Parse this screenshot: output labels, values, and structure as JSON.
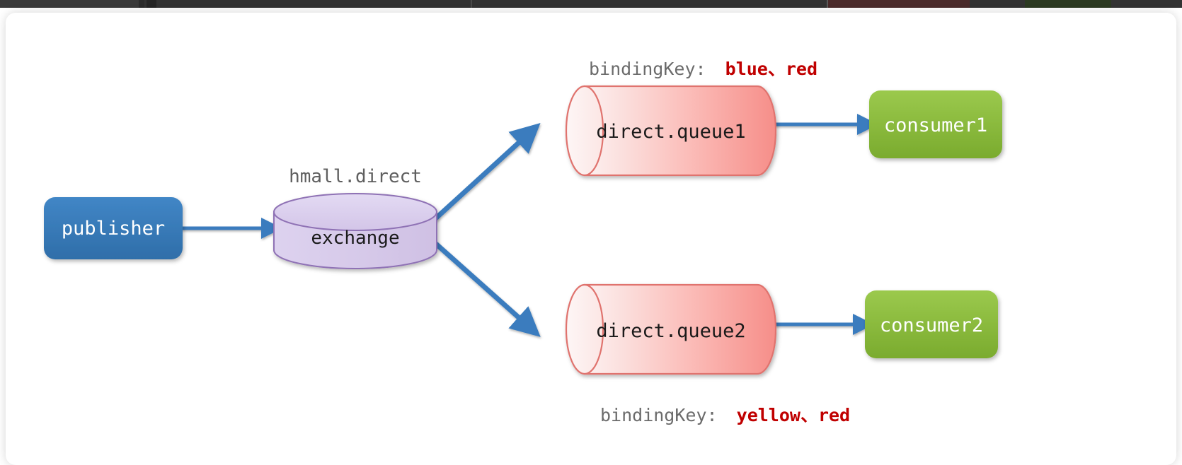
{
  "diagram": {
    "type": "rabbitmq-direct-exchange",
    "publisher": {
      "label": "publisher",
      "color": "#3a7cbe"
    },
    "exchange": {
      "name_label": "hmall.direct",
      "label": "exchange",
      "fill": "#d8cbe8",
      "stroke": "#8f72b5"
    },
    "queues": [
      {
        "label": "direct.queue1",
        "binding_prefix": "bindingKey:",
        "binding_keys": "blue、red",
        "binding_position": "above",
        "fill_start": "#fdefef",
        "fill_end": "#f7918c",
        "stroke": "#e0736e"
      },
      {
        "label": "direct.queue2",
        "binding_prefix": "bindingKey:",
        "binding_keys": "yellow、red",
        "binding_position": "below",
        "fill_start": "#fdefef",
        "fill_end": "#f7918c",
        "stroke": "#e0736e"
      }
    ],
    "consumers": [
      {
        "label": "consumer1",
        "color": "#8ec13f"
      },
      {
        "label": "consumer2",
        "color": "#8ec13f"
      }
    ],
    "arrow_color": "#3a7cbe",
    "binding_key_color": "#c00000",
    "binding_label_color": "#6b6b6b",
    "exchange_label_color": "#5f5f5f"
  }
}
